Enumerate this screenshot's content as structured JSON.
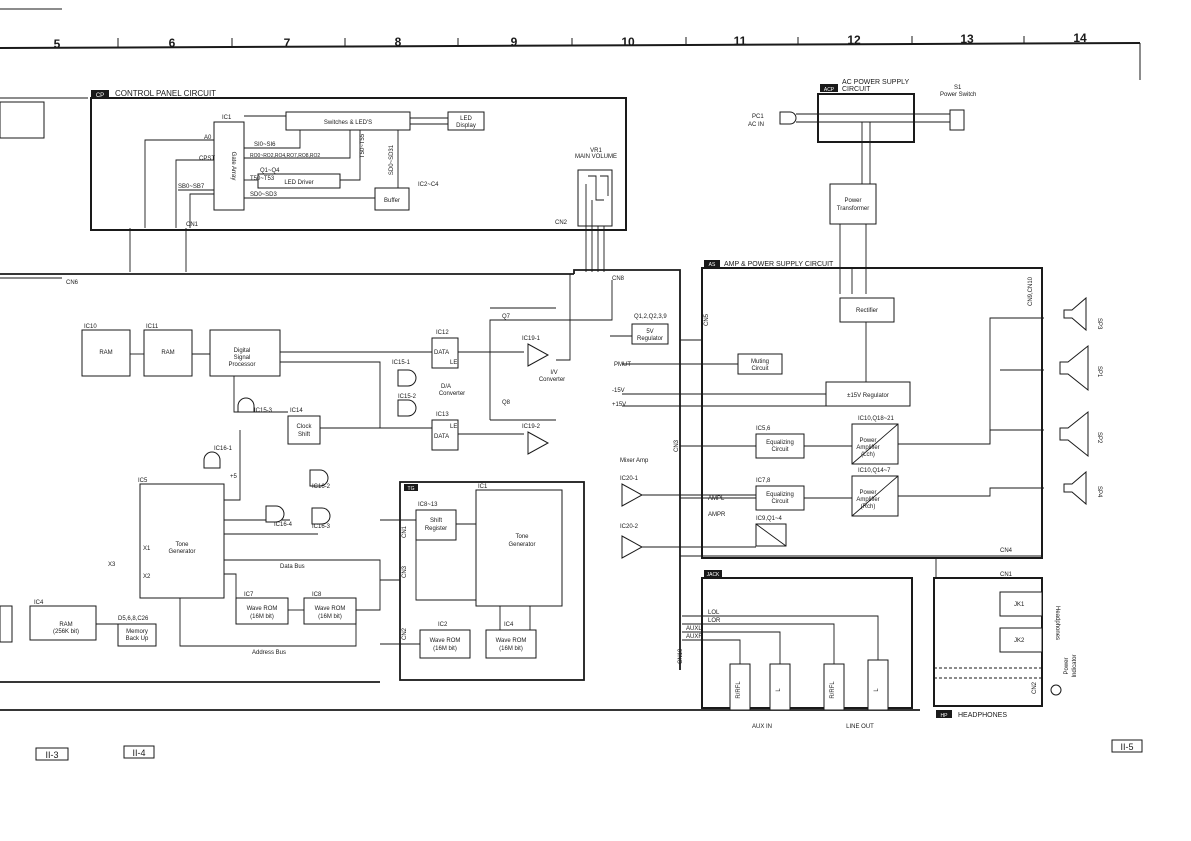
{
  "grid_numbers": [
    "5",
    "6",
    "7",
    "8",
    "9",
    "10",
    "11",
    "12",
    "13",
    "14"
  ],
  "page_refs": {
    "left_a": "II-3",
    "left_b": "II-4",
    "right": "II-5"
  },
  "sections": {
    "cp": {
      "tag": "CP",
      "title": "CONTROL PANEL  CIRCUIT"
    },
    "acp": {
      "tag": "ACP",
      "title_1": "AC POWER SUPPLY",
      "title_2": "CIRCUIT"
    },
    "as": {
      "tag": "AS",
      "title": "AMP & POWER SUPPLY CIRCUIT"
    },
    "tg": {
      "tag": "TG"
    },
    "jack": {
      "tag": "JACK"
    },
    "hp": {
      "tag": "HP",
      "title": "HEADPHONES"
    }
  },
  "cp": {
    "ic1": "IC1",
    "gate_array": "Gate  Array",
    "switches": "Switches  &  LED'S",
    "led_display_1": "LED",
    "led_display_2": "Display",
    "q1q4": "Q1~Q4",
    "led_driver": "LED  Driver",
    "ic2c4": "IC2~C4",
    "buffer": "Buffer",
    "sig_a0": "A0",
    "sig_cpst": "CPST",
    "sig_sbo": "SB0~SB7",
    "sig_sdo": "SD0~SD3",
    "sig_sio": "SI0~SI6",
    "sig_bus": "RO0~RO2,RO4,RO7,RO8,RO2",
    "sig_t50": "T50~T53",
    "sig_t50v": "T50~T55",
    "sig_sd0v": "SD0~SD31",
    "cn1": "CN1",
    "cn2": "CN2"
  },
  "vr1": {
    "name": "VR1",
    "desc": "MAIN VOLUME"
  },
  "acp": {
    "pc1": "PC1",
    "ac_in": "AC IN",
    "s1": "S1",
    "power_switch": "Power Switch",
    "transformer_1": "Power",
    "transformer_2": "Transformer"
  },
  "main": {
    "cn6": "CN6",
    "cn8": "CN8",
    "ic10": "IC10",
    "ic11": "IC11",
    "ram": "RAM",
    "dsp_1": "Digital",
    "dsp_2": "Signal",
    "dsp_3": "Processor",
    "ic12": "IC12",
    "ic13": "IC13",
    "data": "DATA",
    "le": "LE",
    "ic15_1": "IC15-1",
    "ic15_2": "IC15-2",
    "ic15_3": "IC15-3",
    "da_1": "D/A",
    "da_2": "Converter",
    "ic14": "IC14",
    "clock_1": "Clock",
    "clock_2": "Shift",
    "ic16_1": "IC16-1",
    "ic16_2": "IC16-2",
    "ic16_3": "IC16-3",
    "ic16_4": "IC16-4",
    "ic19_1": "IC19-1",
    "ic19_2": "IC19-2",
    "iv_1": "I/V",
    "iv_2": "Converter",
    "q7": "Q7",
    "q8": "Q8",
    "ic5": "IC5",
    "tone_1": "Tone",
    "tone_2": "Generator",
    "ic4": "IC4",
    "ram256_1": "RAM",
    "ram256_2": "(256K bit)",
    "memory_label": "D5,6,8,C26",
    "memory_1": "Memory",
    "memory_2": "Back Up",
    "ic7": "IC7",
    "ic8": "IC8",
    "wave_rom": "Wave  ROM",
    "bits16m": "(16M bit)",
    "data_bus": "Data  Bus",
    "address_bus": "Address  Bus",
    "x1": "X1",
    "x2": "X2",
    "x3": "X3",
    "vplus": "+5"
  },
  "tg": {
    "ic8_13": "IC8~13",
    "shift_1": "Shift",
    "shift_2": "Register",
    "ic1": "IC1",
    "tone_1": "Tone",
    "tone_2": "Generator",
    "ic2": "IC2",
    "ic4": "IC4",
    "wave_rom": "Wave  ROM",
    "bits16m": "(16M bit)",
    "cn1": "CN1",
    "cn2": "CN2",
    "cn3": "CN3"
  },
  "as": {
    "q_reg": "Q1,2,Q2,3,9",
    "v5_1": "5V",
    "v5_2": "Regulator",
    "pmut": "PMUT",
    "mute_1": "Muting",
    "mute_2": "Circuit",
    "minus15": "-15V",
    "plus15": "+15V",
    "rectifier": "Rectifier",
    "reg15": "±15V  Regulator",
    "mixer": "Mixer  Amp",
    "ic20_1": "IC20-1",
    "ic20_2": "IC20-2",
    "ampl": "AMPL",
    "ampr": "AMPR",
    "ic5_6": "IC5,6",
    "eq_1": "Equalizing",
    "eq_2": "Circuit",
    "ic7_8": "IC7,8",
    "ic10_1": "IC10,Q18~21",
    "pa_l_1": "Power",
    "pa_l_2": "Amplifier",
    "pa_l_3": "(Lch)",
    "ic10_2": "IC10,Q14~7",
    "pa_r_3": "(Rch)",
    "ic9": "IC9,Q1~4",
    "cn3": "CN3",
    "cn4": "CN4",
    "cn9": "CN9,CN10",
    "cn5": "CN5",
    "sp1": "SP1",
    "sp2": "SP2",
    "sp3": "SP3",
    "sp4": "SP4"
  },
  "jack": {
    "lol": "LOL",
    "lor": "LOR",
    "auxl": "AUXL",
    "auxr": "AUXR",
    "rrl": "R/RFL",
    "l": "L",
    "aux_in": "AUX IN",
    "line_out": "LINE OUT",
    "cn10": "CN10"
  },
  "hp": {
    "jk1": "JK1",
    "jk2": "JK2",
    "headphones": "Headphones",
    "indicator_1": "Power",
    "indicator_2": "Indicator",
    "cn1": "CN1",
    "cn2": "CN2"
  }
}
